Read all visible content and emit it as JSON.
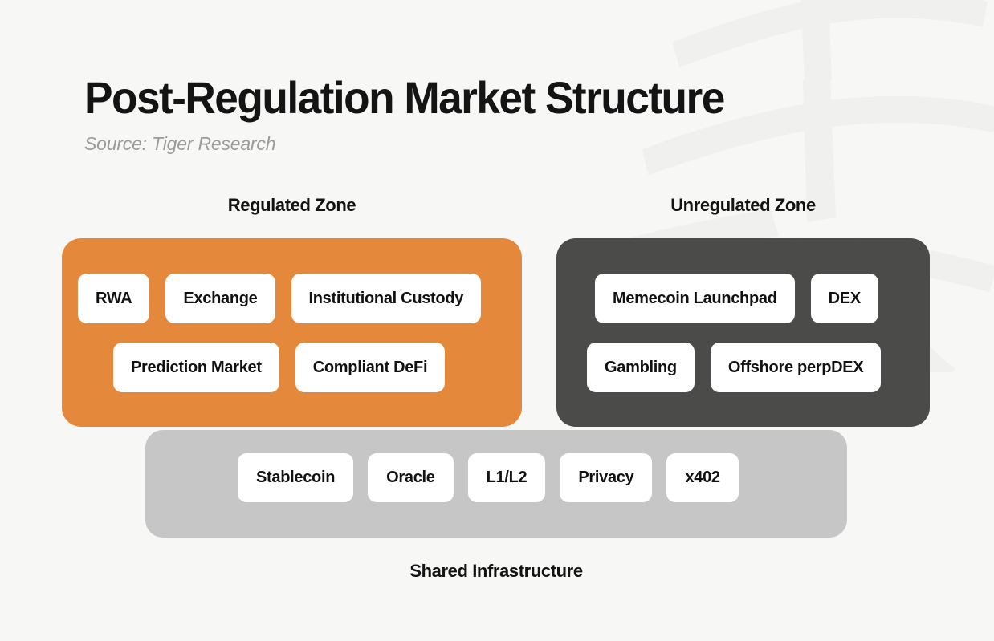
{
  "header": {
    "title": "Post-Regulation Market Structure",
    "source": "Source: Tiger Research"
  },
  "colors": {
    "background": "#f7f7f6",
    "regulated_zone": "#e4883c",
    "unregulated_zone": "#4b4b49",
    "shared_infrastructure": "#c6c6c6",
    "chip": "#ffffff",
    "title_text": "#141414",
    "source_text": "#9b9b9b",
    "watermark": "#f0f0ef"
  },
  "diagram": {
    "type": "block-diagram",
    "zones": [
      {
        "id": "regulated",
        "caption": "Regulated Zone",
        "caption_position": "above",
        "rows": [
          [
            "RWA",
            "Exchange",
            "Institutional Custody"
          ],
          [
            "Prediction Market",
            "Compliant DeFi"
          ]
        ]
      },
      {
        "id": "unregulated",
        "caption": "Unregulated Zone",
        "caption_position": "above",
        "rows": [
          [
            "Memecoin Launchpad",
            "DEX"
          ],
          [
            "Gambling",
            "Offshore perpDEX"
          ]
        ]
      },
      {
        "id": "shared",
        "caption": "Shared Infrastructure",
        "caption_position": "below",
        "rows": [
          [
            "Stablecoin",
            "Oracle",
            "L1/L2",
            "Privacy",
            "x402"
          ]
        ]
      }
    ]
  },
  "watermark": {
    "name": "cjk-brush-character-watermark"
  }
}
